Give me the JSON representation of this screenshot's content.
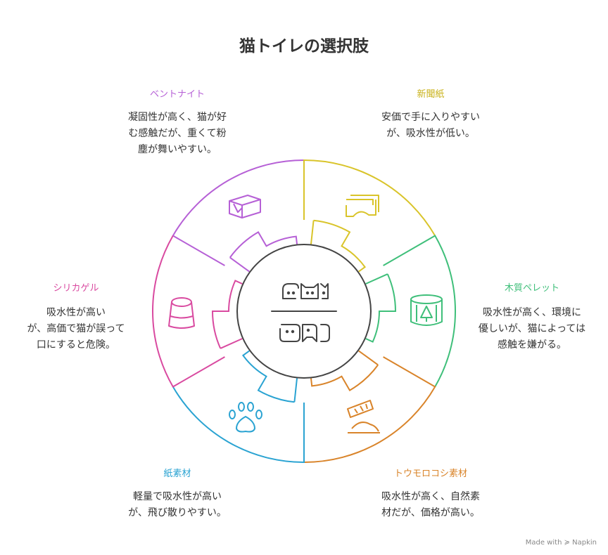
{
  "title": "猫トイレの選択肢",
  "footer": "Made with ≽ Napkin",
  "colors": {
    "bentonite": "#b660d6",
    "newspaper": "#d9c42a",
    "wood": "#3fbf7a",
    "corn": "#d9842a",
    "paper": "#2aa3d2",
    "silica": "#d94aa0",
    "center": "#444444"
  },
  "options": [
    {
      "key": "bentonite",
      "title": "ベントナイト",
      "desc": [
        "凝固性が高く、猫が好",
        "む感触だが、重くて粉",
        "塵が舞いやすい。"
      ],
      "icon": "soap-bar-icon"
    },
    {
      "key": "newspaper",
      "title": "新聞紙",
      "desc": [
        "安価で手に入りやすい",
        "が、吸水性が低い。"
      ],
      "icon": "newspaper-icon"
    },
    {
      "key": "wood",
      "title": "木質ペレット",
      "desc": [
        "吸水性が高く、環境に",
        "優しいが、猫によっては",
        "感触を嫌がる。"
      ],
      "icon": "wood-log-icon"
    },
    {
      "key": "corn",
      "title": "トウモロコシ素材",
      "desc": [
        "吸水性が高く、自然素",
        "材だが、価格が高い。"
      ],
      "icon": "corn-pile-icon"
    },
    {
      "key": "paper",
      "title": "紙素材",
      "desc": [
        "軽量で吸水性が高い",
        "が、飛び散りやすい。"
      ],
      "icon": "paw-print-icon"
    },
    {
      "key": "silica",
      "title": "シリカゲル",
      "desc": [
        "吸水性が高い",
        "が、高価で猫が誤って",
        "口にすると危険。"
      ],
      "icon": "silica-jar-icon"
    }
  ]
}
